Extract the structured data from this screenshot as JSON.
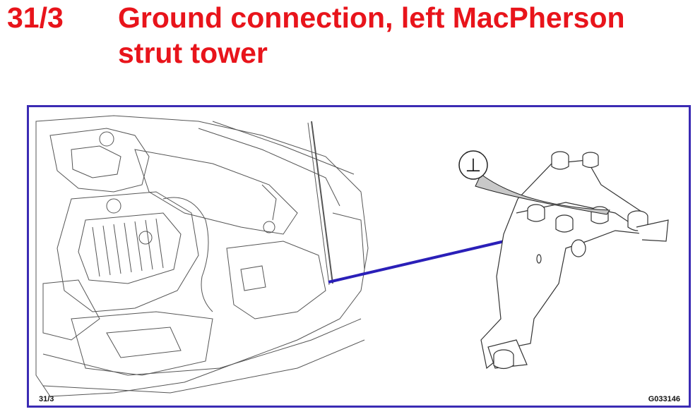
{
  "header": {
    "section_number": "31/3",
    "title": "Ground connection, left MacPherson strut tower"
  },
  "figure": {
    "ground_symbol": "⊥",
    "caption_left": "31/3",
    "caption_right": "G033146",
    "colors": {
      "title": "#e8141b",
      "frame": "#3b2bb4",
      "line": "#2a1fb8",
      "callout": "#c8c8c8"
    }
  }
}
